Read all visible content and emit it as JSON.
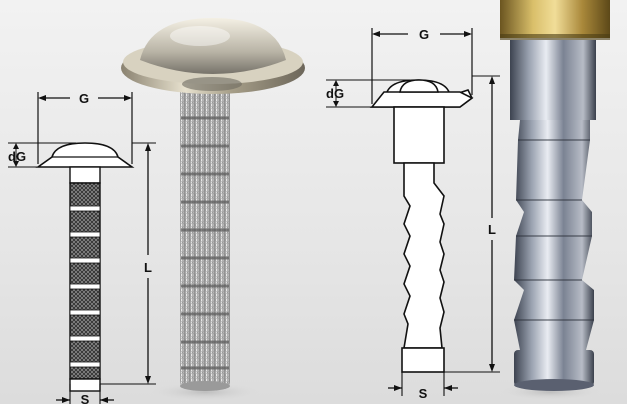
{
  "left_diagram": {
    "labels": {
      "g": "G",
      "dg": "dG",
      "l": "L",
      "s": "S"
    }
  },
  "right_diagram": {
    "labels": {
      "g": "G",
      "dg": "dG",
      "l": "L",
      "s": "S"
    }
  },
  "colors": {
    "background": "#e8e8e8",
    "line": "#111111",
    "knurl": "#2a2a2a",
    "steel": "#b8b8b8",
    "brass": "#b89a48"
  }
}
